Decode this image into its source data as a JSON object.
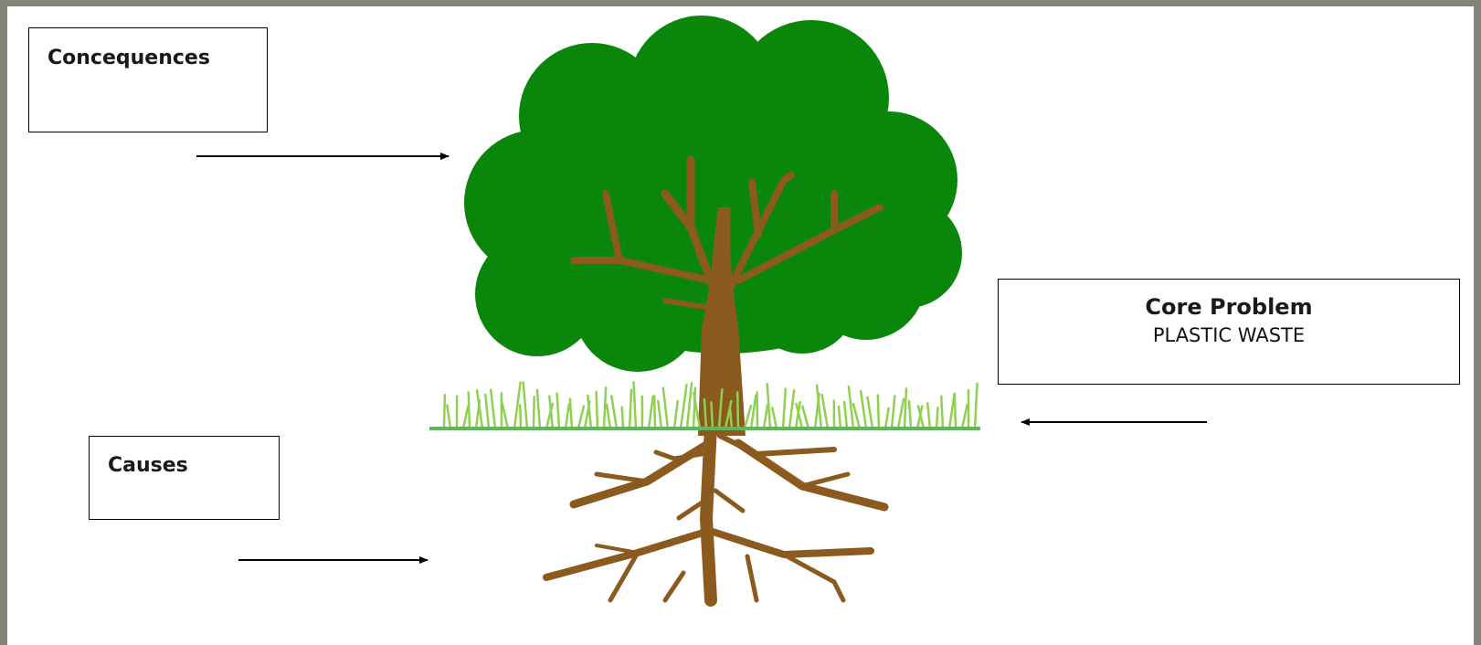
{
  "consequences": {
    "title": "Concequences"
  },
  "causes": {
    "title": "Causes"
  },
  "core_problem": {
    "title": "Core Problem",
    "subtitle": "PLASTIC WASTE"
  },
  "colors": {
    "canopy": "#0a870a",
    "trunk": "#8b5a1e",
    "grass": "#8fd14f",
    "ground_line": "#5cb85c",
    "frame": "#848478",
    "arrow": "#000000"
  }
}
